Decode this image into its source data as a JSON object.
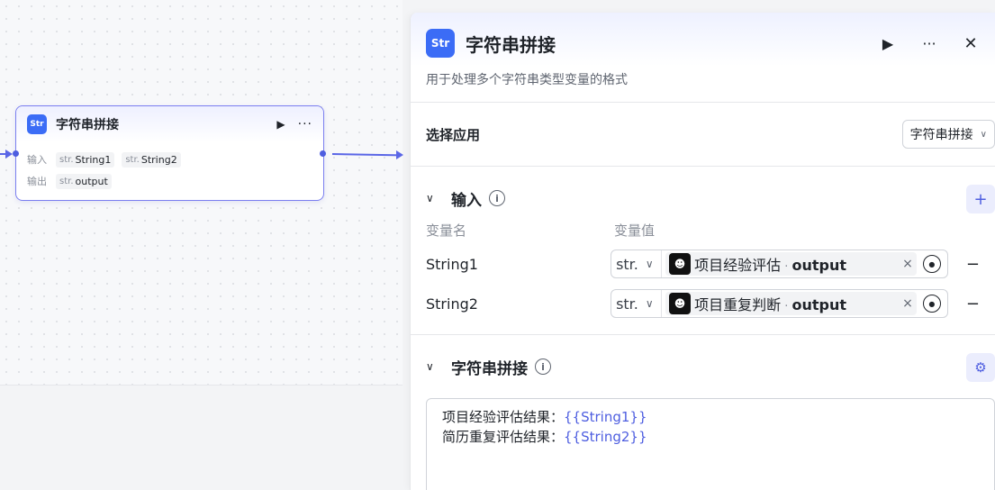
{
  "canvas": {
    "node": {
      "icon_text": "Str",
      "title": "字符串拼接",
      "play_icon": "▶",
      "more_icon": "···",
      "input_label": "输入",
      "output_label": "输出",
      "type_prefix": "str.",
      "inputs": [
        "String1",
        "String2"
      ],
      "output": "output"
    }
  },
  "panel": {
    "icon_text": "Str",
    "title": "字符串拼接",
    "description": "用于处理多个字符串类型变量的格式",
    "run_icon": "▶",
    "more_icon": "···",
    "close_icon": "✕",
    "select_app": {
      "label": "选择应用",
      "value": "字符串拼接"
    },
    "input_section": {
      "title": "输入",
      "add_icon": "+",
      "col_name": "变量名",
      "col_value": "变量值",
      "rows": [
        {
          "name": "String1",
          "type": "str.",
          "ref_node": "项目经验评估",
          "sep": " · ",
          "ref_field": "output"
        },
        {
          "name": "String2",
          "type": "str.",
          "ref_node": "项目重复判断",
          "sep": " · ",
          "ref_field": "output"
        }
      ]
    },
    "concat_section": {
      "title": "字符串拼接",
      "lines": [
        {
          "label": "项目经验评估结果：",
          "var": "{{String1}}"
        },
        {
          "label": "简历重复评估结果：",
          "var": "{{String2}}"
        }
      ]
    }
  },
  "colors": {
    "accent": "#4e5ee0",
    "icon_blue": "#3b6cf6"
  }
}
